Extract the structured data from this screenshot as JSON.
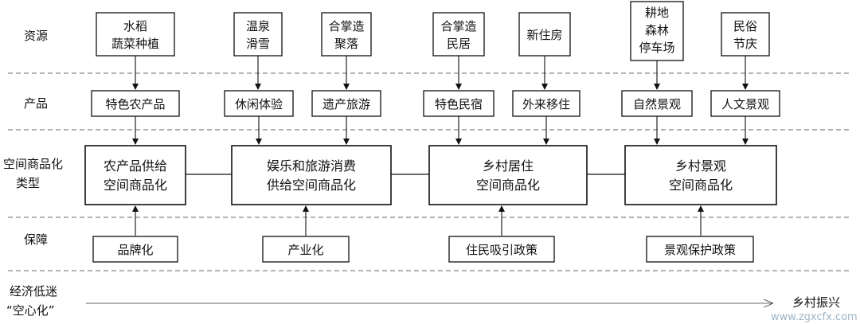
{
  "rows": {
    "resource": "资源",
    "product": "产品",
    "type_line1": "空间商品化",
    "type_line2": "类型",
    "guarantee": "保障"
  },
  "resources": {
    "rice_line1": "水稻",
    "rice_line2": "蔬菜种植",
    "hotspring_line1": "温泉",
    "hotspring_line2": "滑雪",
    "gassho_village_line1": "合掌造",
    "gassho_village_line2": "聚落",
    "gassho_house_line1": "合掌造",
    "gassho_house_line2": "民居",
    "new_house": "新住房",
    "land_line1": "耕地",
    "land_line2": "森林",
    "land_line3": "停车场",
    "folk_line1": "民俗",
    "folk_line2": "节庆"
  },
  "products": {
    "agri": "特色农产品",
    "leisure": "休闲体验",
    "heritage": "遗产旅游",
    "homestay": "特色民宿",
    "migration": "外来移住",
    "natural": "自然景观",
    "cultural": "人文景观"
  },
  "types": {
    "agri_line1": "农产品供给",
    "agri_line2": "空间商品化",
    "ent_line1": "娱乐和旅游消费",
    "ent_line2": "供给空间商品化",
    "living_line1": "乡村居住",
    "living_line2": "空间商品化",
    "landscape_line1": "乡村景观",
    "landscape_line2": "空间商品化"
  },
  "guarantees": {
    "brand": "品牌化",
    "industry": "产业化",
    "resident": "住民吸引政策",
    "landscape": "景观保护政策"
  },
  "axis": {
    "start_line1": "经济低迷",
    "start_line2": "“空心化”",
    "end": "乡村振兴"
  },
  "watermark": "www.zgxcfx.com"
}
